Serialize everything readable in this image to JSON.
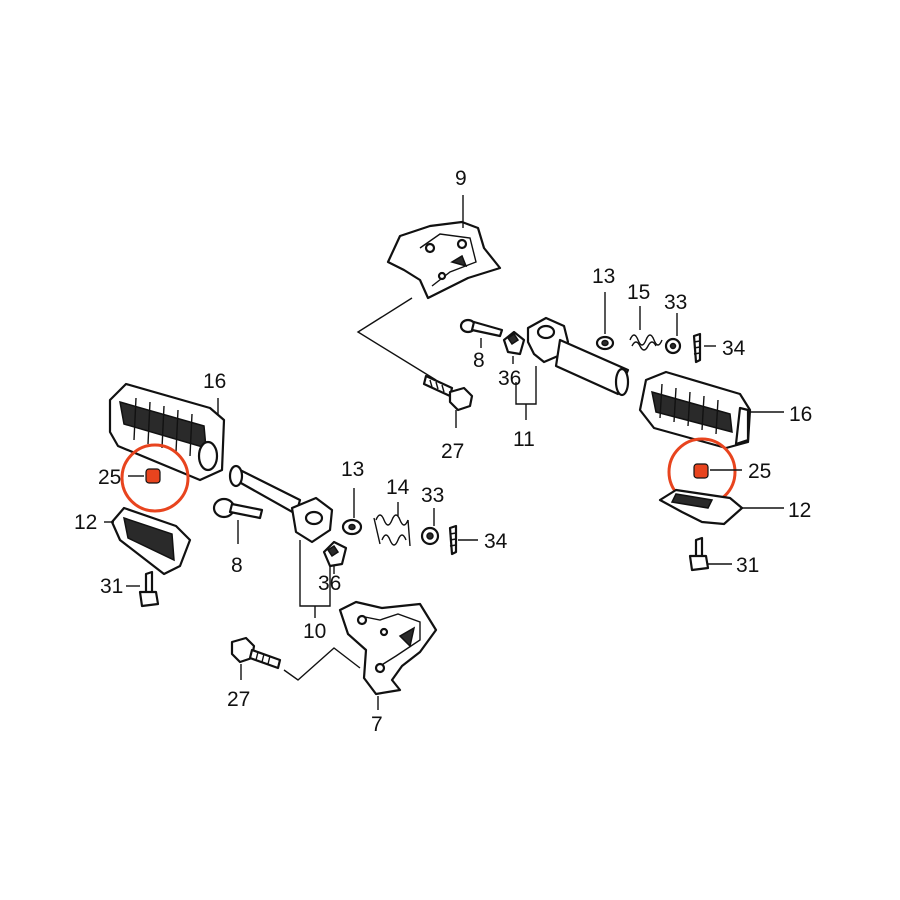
{
  "labels": {
    "n9": "9",
    "n13_top": "13",
    "n15": "15",
    "n33_top": "33",
    "n34_top": "34",
    "n8_top": "8",
    "n36_top": "36",
    "n11": "11",
    "n27_top": "27",
    "n16_left": "16",
    "n16_right": "16",
    "n25_left": "25",
    "n25_right": "25",
    "n12_left": "12",
    "n12_right": "12",
    "n31_left": "31",
    "n31_right": "31",
    "n13_bottom": "13",
    "n14": "14",
    "n33_bottom": "33",
    "n34_bottom": "34",
    "n8_bottom": "8",
    "n36_bottom": "36",
    "n10": "10",
    "n27_bottom": "27",
    "n7": "7"
  },
  "colors": {
    "highlight": "#e8441e",
    "ink": "#111111"
  }
}
